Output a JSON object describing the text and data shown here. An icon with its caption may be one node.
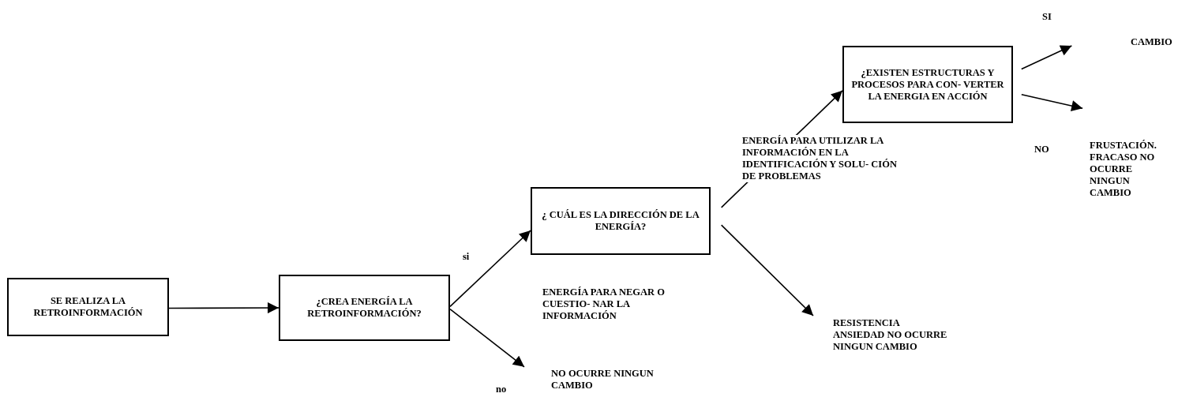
{
  "diagram": {
    "nodes": [
      {
        "text": [
          "SE REALIZA LA RETROINFORMACIÓN"
        ]
      },
      {
        "text": [
          "¿CREA ENERGÍA LA RETROINFORMACIÓN?"
        ]
      },
      {
        "text": [
          "¿ CUÁL ES LA DIRECCIÓN DE LA ENERGÍA?"
        ]
      },
      {
        "text": [
          "NO OCURRE NINGUN CAMBIO"
        ]
      },
      {
        "text": [
          "¿EXISTEN ESTRUCTURAS Y PROCESOS PARA CON- VERTER LA ENERGIA EN ACCIÓN"
        ]
      },
      {
        "text": [
          "RESISTENCIA ANSIEDAD NO OCURRE NINGUN CAMBIO"
        ]
      },
      {
        "text": [
          "CAMBIO"
        ]
      },
      {
        "text": [
          "FRUSTACIÓN. FRACASO NO OCURRE NINGUN CAMBIO"
        ]
      }
    ],
    "edges": [
      {
        "from": 0,
        "to": 1,
        "arrow": "to"
      },
      {
        "from": 1,
        "to": 2,
        "arrow": "to",
        "label": "si"
      },
      {
        "from": 1,
        "to": 3,
        "arrow": "to",
        "label": "no"
      },
      {
        "from": 2,
        "to": 4,
        "arrow": "to",
        "label": "ENERGÍA PARA UTILIZAR LA INFORMACIÓN EN LA IDENTIFICACIÓN Y SOLU- CIÓN DE PROBLEMAS"
      },
      {
        "from": 2,
        "to": 5,
        "arrow": "to"
      },
      {
        "from": 4,
        "to": 6,
        "arrow": "to",
        "label": "SI"
      },
      {
        "from": 4,
        "to": 7,
        "arrow": "to",
        "label": "NO"
      }
    ],
    "labels": [
      "ENERGÍA PARA NEGAR O CUESTIO- NAR LA INFORMACIÓN"
    ]
  }
}
